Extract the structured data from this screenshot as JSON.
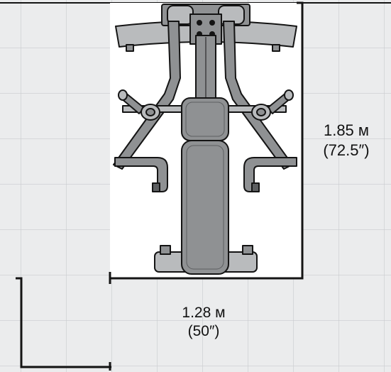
{
  "dimensions": {
    "height": {
      "metric": "1.85 м",
      "imperial": "(72.5″)"
    },
    "width": {
      "metric": "1.28 м",
      "imperial": "(50″)"
    }
  },
  "colors": {
    "grid_fill": "#ebeced",
    "grid_line": "#c9cbce",
    "machine_fill": "#8f9193",
    "machine_light": "#b9bbbd",
    "machine_dark": "#5c5e60",
    "outline": "#141414"
  }
}
